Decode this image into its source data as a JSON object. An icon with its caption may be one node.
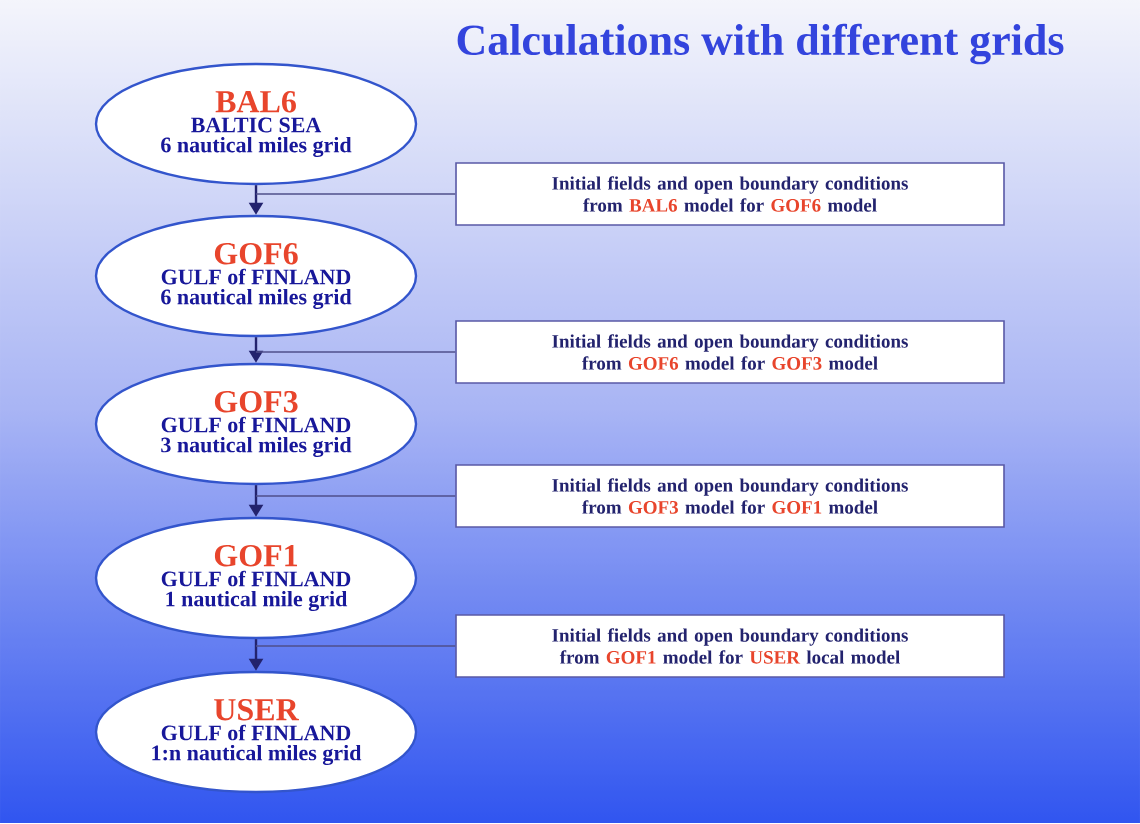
{
  "diagram": {
    "title": "Calculations with different grids",
    "nodes": [
      {
        "text": [
          "BAL6",
          "BALTIC SEA",
          "6 nautical miles grid"
        ]
      },
      {
        "text": [
          "Initial fields and open boundary conditions",
          "from",
          "BAL6",
          "model for",
          "GOF6",
          "model"
        ]
      },
      {
        "text": [
          "GOF6",
          "GULF of FINLAND",
          "6 nautical miles grid"
        ]
      },
      {
        "text": [
          "Initial fields and open boundary conditions",
          "from",
          "GOF6",
          "model for",
          "GOF3",
          "model"
        ]
      },
      {
        "text": [
          "GOF3",
          "GULF of FINLAND",
          "3 nautical miles grid"
        ]
      },
      {
        "text": [
          "Initial fields and open boundary conditions",
          "from",
          "GOF3",
          "model for",
          "GOF1",
          "model"
        ]
      },
      {
        "text": [
          "GOF1",
          "GULF of FINLAND",
          "1 nautical mile grid"
        ]
      },
      {
        "text": [
          "Initial fields and open boundary conditions",
          "from",
          "GOF1",
          "model for",
          "USER",
          "local model"
        ]
      },
      {
        "text": [
          "USER",
          "GULF of FINLAND",
          "1:n nautical miles grid"
        ]
      }
    ],
    "edges": [
      {
        "from": 0,
        "to": 2,
        "arrow": "to"
      },
      {
        "from": 2,
        "to": 4,
        "arrow": "to"
      },
      {
        "from": 4,
        "to": 6,
        "arrow": "to"
      },
      {
        "from": 6,
        "to": 8,
        "arrow": "to"
      },
      {
        "from": 1,
        "to": 0,
        "arrow": "none"
      },
      {
        "from": 3,
        "to": 2,
        "arrow": "none"
      },
      {
        "from": 5,
        "to": 4,
        "arrow": "none"
      },
      {
        "from": 7,
        "to": 6,
        "arrow": "none"
      }
    ]
  }
}
